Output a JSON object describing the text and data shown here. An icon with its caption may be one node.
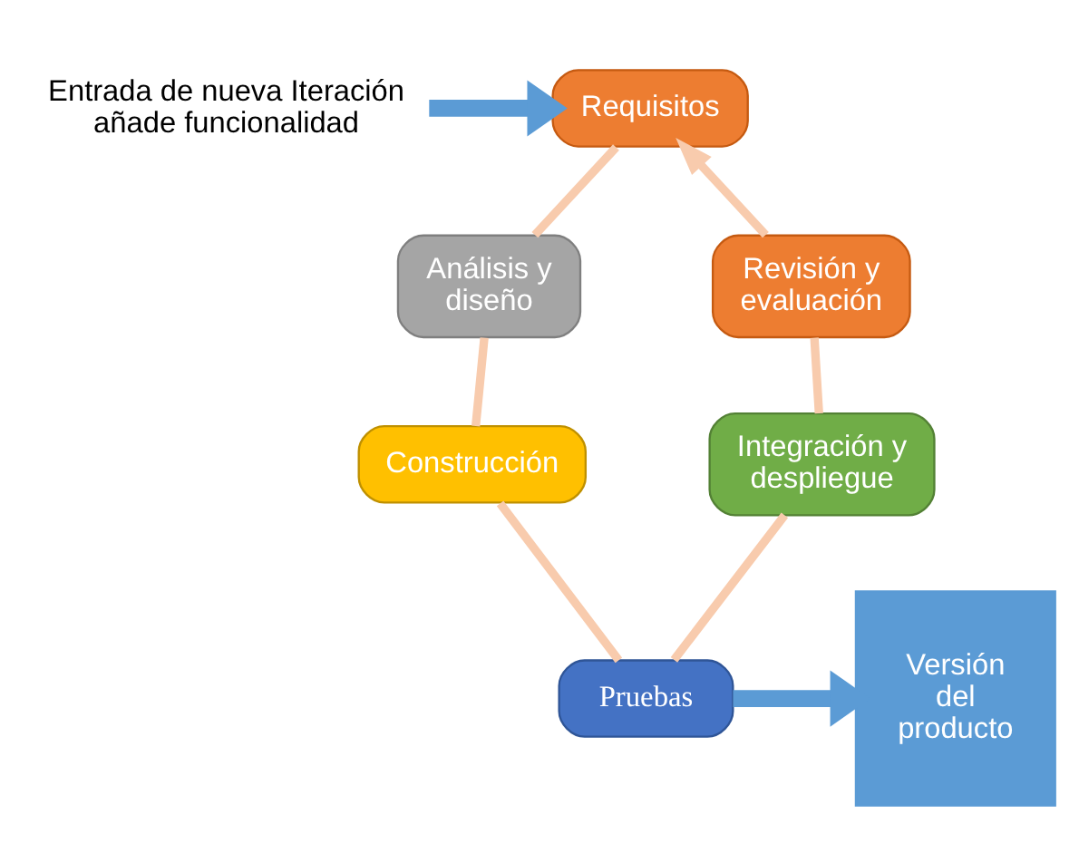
{
  "diagram": {
    "nodes": [
      {
        "text": [
          "Entrada de nueva Iteración añade funcionalidad"
        ]
      },
      {
        "text": [
          "Requisitos"
        ]
      },
      {
        "text": [
          "Análisis y diseño"
        ]
      },
      {
        "text": [
          "Construcción"
        ]
      },
      {
        "text": [
          "Pruebas"
        ]
      },
      {
        "text": [
          "Integración y despliegue"
        ]
      },
      {
        "text": [
          "Revisión y evaluación"
        ]
      },
      {
        "text": [
          "Versión del producto"
        ]
      }
    ],
    "edges": [
      {
        "from": 0,
        "to": 1,
        "arrow": "to",
        "style": "thick",
        "color": "#5b9bd5"
      },
      {
        "from": 1,
        "to": 2,
        "arrow": "none"
      },
      {
        "from": 2,
        "to": 3,
        "arrow": "none"
      },
      {
        "from": 3,
        "to": 4,
        "arrow": "none"
      },
      {
        "from": 4,
        "to": 5,
        "arrow": "none"
      },
      {
        "from": 5,
        "to": 6,
        "arrow": "none"
      },
      {
        "from": 6,
        "to": 1,
        "arrow": "to"
      },
      {
        "from": 4,
        "to": 7,
        "arrow": "to",
        "style": "thick",
        "color": "#5b9bd5"
      }
    ]
  }
}
